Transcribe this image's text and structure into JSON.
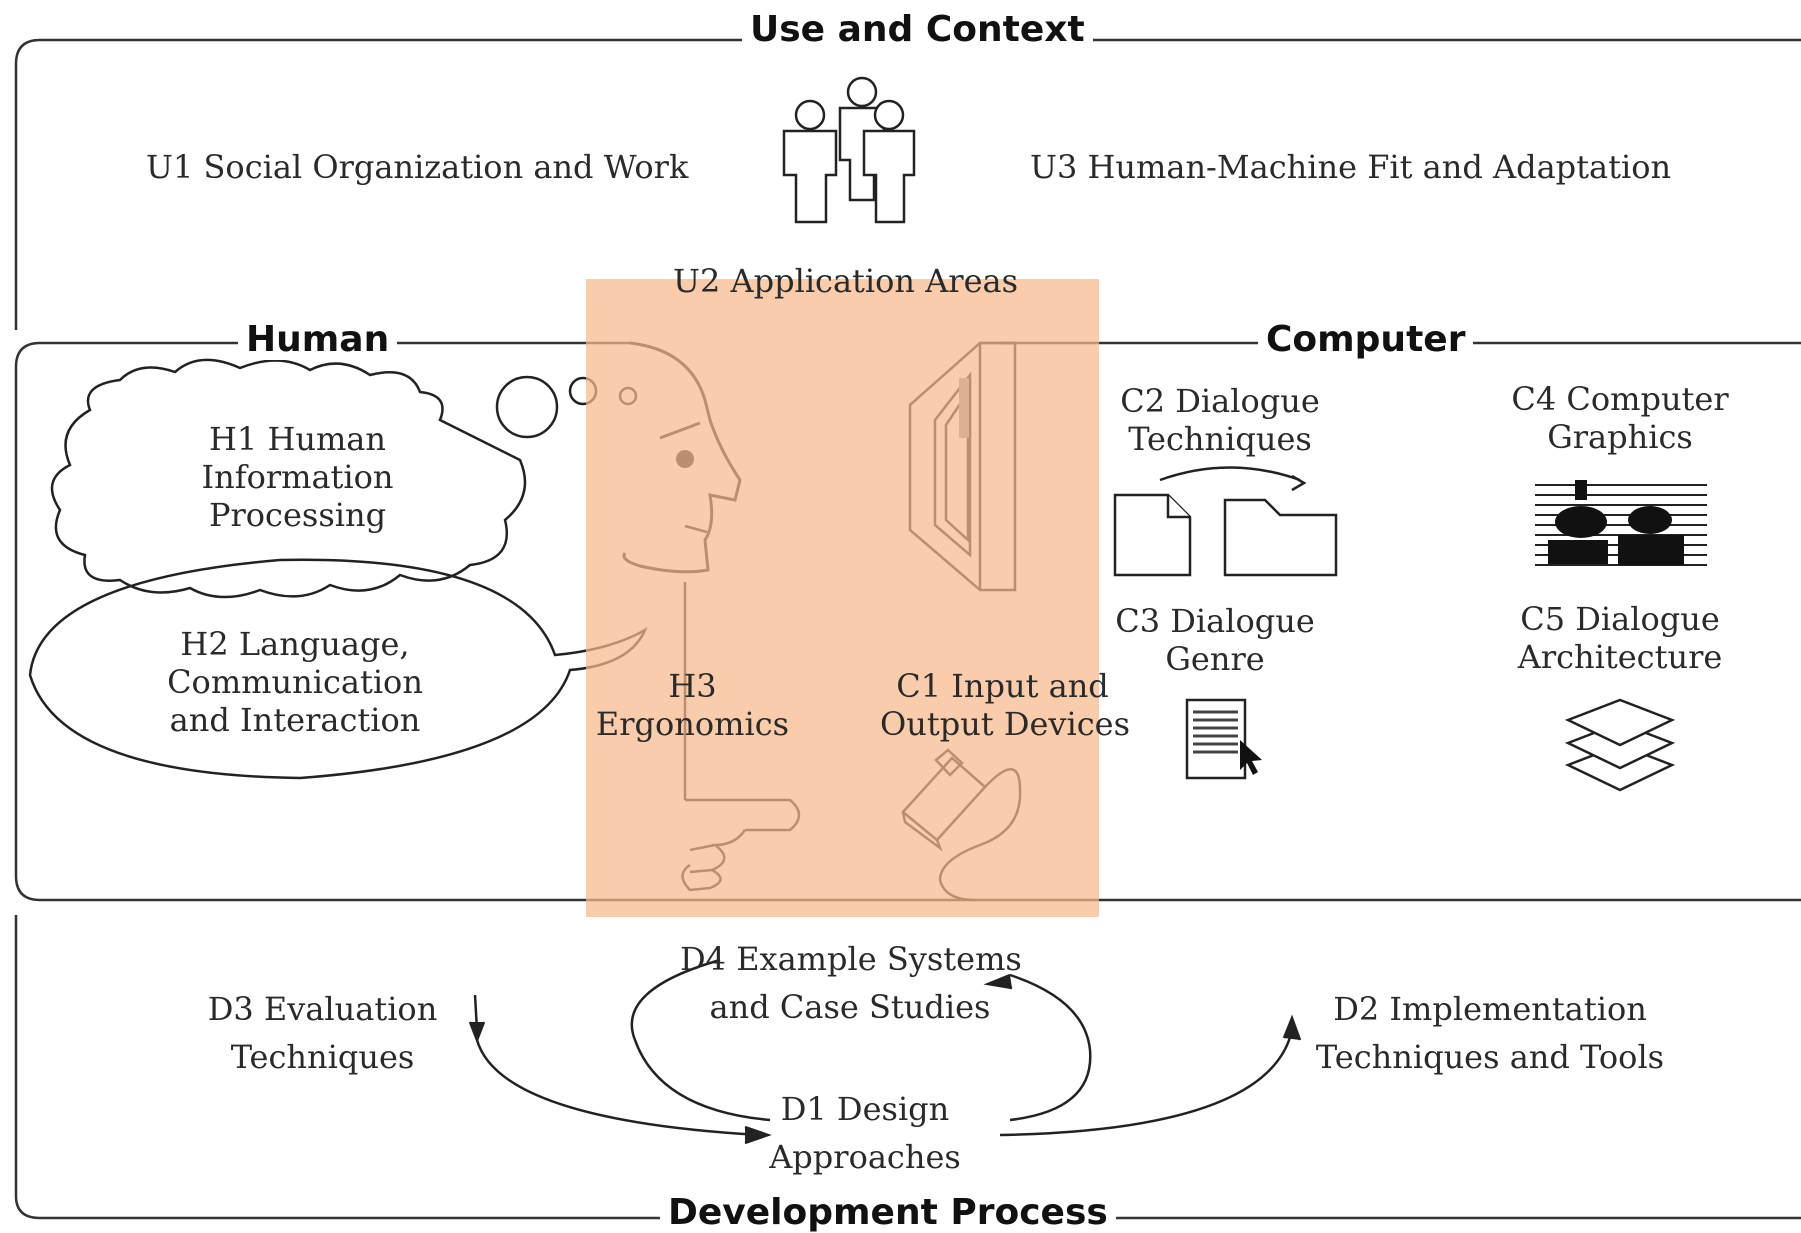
{
  "sections": {
    "use": "Use and Context",
    "human": "Human",
    "computer": "Computer",
    "development": "Development Process"
  },
  "use": {
    "u1": "U1 Social Organization and Work",
    "u2": "U2 Application Areas",
    "u3": "U3 Human-Machine Fit and Adaptation"
  },
  "human": {
    "h1": [
      "H1 Human",
      "Information",
      "Processing"
    ],
    "h2": [
      "H2 Language,",
      "Communication",
      "and Interaction"
    ],
    "h3": [
      "H3",
      "Ergonomics"
    ]
  },
  "computer": {
    "c1": [
      "C1 Input and",
      "Output Devices"
    ],
    "c2": [
      "C2 Dialogue",
      "Techniques"
    ],
    "c3": [
      "C3 Dialogue",
      "Genre"
    ],
    "c4": [
      "C4 Computer",
      "Graphics"
    ],
    "c5": [
      "C5 Dialogue",
      "Architecture"
    ]
  },
  "development": {
    "d1": [
      "D1 Design",
      "Approaches"
    ],
    "d2": [
      "D2 Implementation",
      "Techniques and  Tools"
    ],
    "d3": [
      "D3 Evaluation",
      "Techniques"
    ],
    "d4": [
      "D4 Example Systems",
      "and Case Studies"
    ]
  },
  "colors": {
    "highlight": "#f7b98a",
    "stroke": "#222222"
  },
  "icons": [
    "people-icon",
    "thinking-head-icon",
    "monitor-icon",
    "documents-icon",
    "graphics-icon",
    "genre-icon",
    "layers-icon",
    "mouse-icon",
    "pointing-hand-icon",
    "thought-cloud-icon",
    "speech-bubble-icon"
  ]
}
